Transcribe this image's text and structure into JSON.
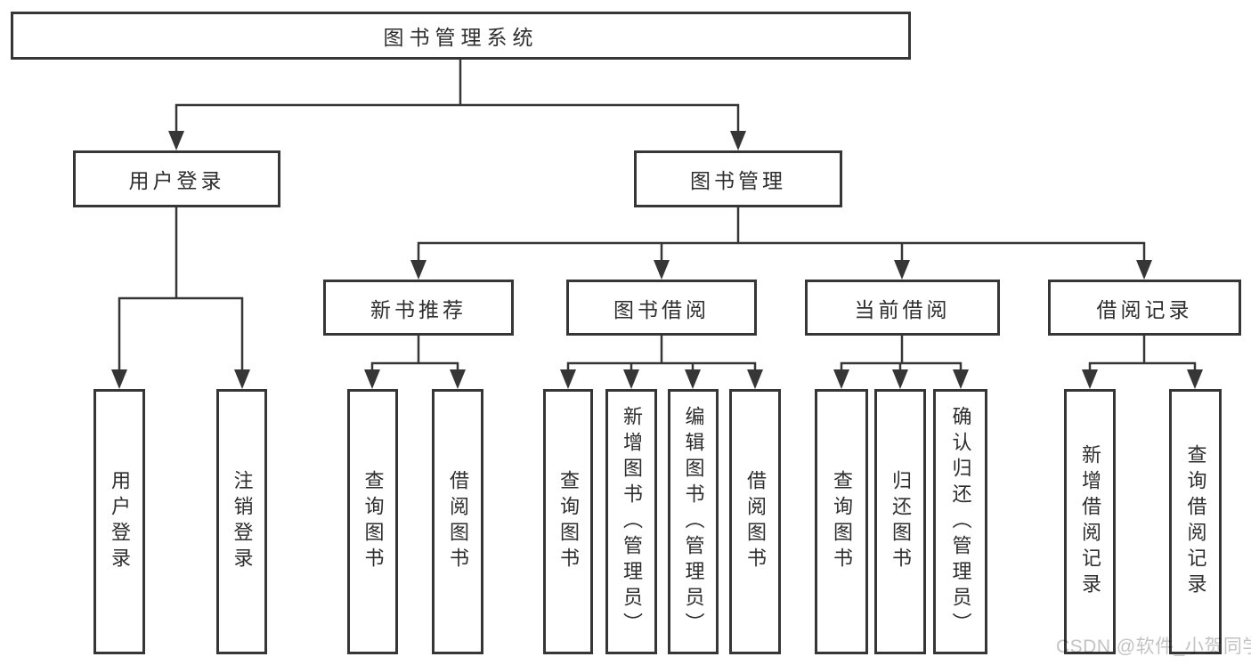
{
  "chart": {
    "title": "图书管理系统",
    "children": [
      {
        "label": "用户登录",
        "children": [
          {
            "label": "用户登录"
          },
          {
            "label": "注销登录"
          }
        ]
      },
      {
        "label": "图书管理",
        "children": [
          {
            "label": "新书推荐",
            "children": [
              {
                "label": "查询图书"
              },
              {
                "label": "借阅图书"
              }
            ]
          },
          {
            "label": "图书借阅",
            "children": [
              {
                "label": "查询图书"
              },
              {
                "label": "新增图书（管理员）"
              },
              {
                "label": "编辑图书（管理员）"
              },
              {
                "label": "借阅图书"
              }
            ]
          },
          {
            "label": "当前借阅",
            "children": [
              {
                "label": "查询图书"
              },
              {
                "label": "归还图书"
              },
              {
                "label": "确认归还（管理员）"
              }
            ]
          },
          {
            "label": "借阅记录",
            "children": [
              {
                "label": "新增借阅记录"
              },
              {
                "label": "查询借阅记录"
              }
            ]
          }
        ]
      }
    ]
  },
  "watermark": {
    "text": "CSDN @软件_小贺同学"
  },
  "colors": {
    "line": "#363636",
    "box_border": "#363636",
    "box_fill": "#ffffff",
    "text": "#2e2e2e",
    "watermark": "#c3c3c3",
    "background": "#ffffff"
  }
}
